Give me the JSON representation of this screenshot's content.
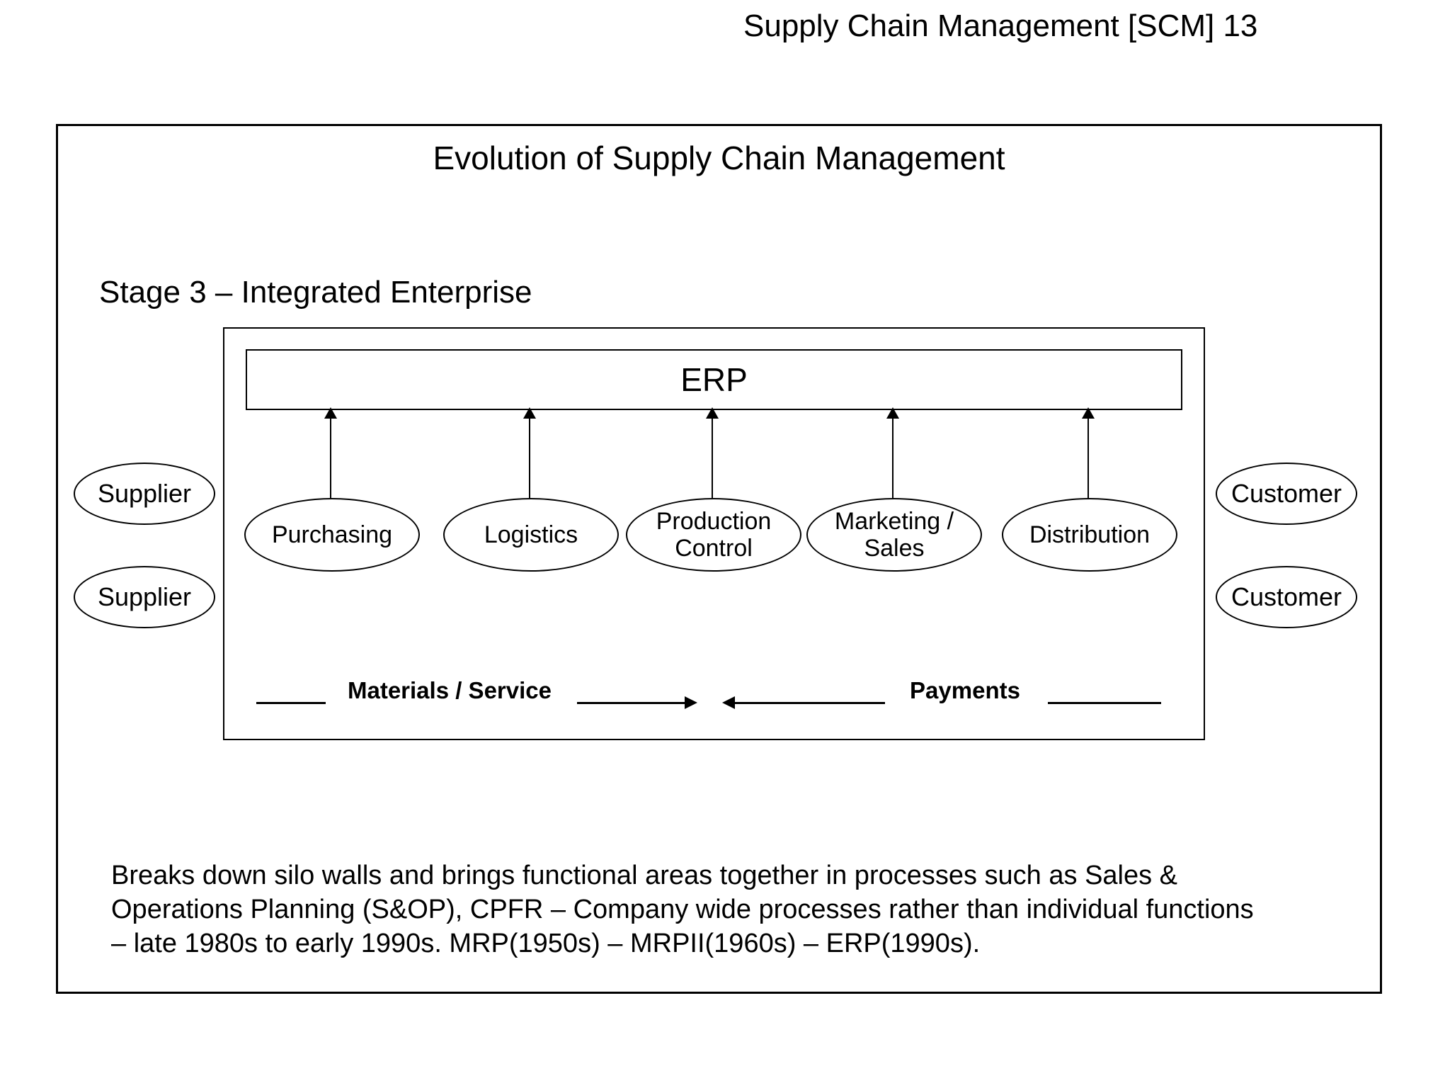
{
  "header": {
    "title": "Supply Chain Management [SCM] 13"
  },
  "slide": {
    "title": "Evolution of Supply Chain Management",
    "stage_heading": "Stage 3 – Integrated Enterprise",
    "erp_label": "ERP",
    "functions": [
      {
        "label": "Purchasing",
        "line1": "Purchasing"
      },
      {
        "label": "Logistics",
        "line1": "Logistics"
      },
      {
        "label": "Production Control",
        "line1": "Production",
        "line2": "Control"
      },
      {
        "label": "Marketing / Sales",
        "line1": "Marketing /",
        "line2": "Sales"
      },
      {
        "label": "Distribution",
        "line1": "Distribution"
      }
    ],
    "suppliers": [
      "Supplier",
      "Supplier"
    ],
    "customers": [
      "Customer",
      "Customer"
    ],
    "flows": {
      "materials": "Materials / Service",
      "payments": "Payments"
    },
    "description": {
      "line1": "Breaks down silo walls and brings functional areas together in processes such as Sales &",
      "line2": "Operations Planning (S&OP), CPFR – Company wide processes rather than individual functions",
      "line3": "– late 1980s to early 1990s. MRP(1950s) – MRPII(1960s) – ERP(1990s)."
    }
  },
  "colors": {
    "ink": "#000000",
    "background": "#ffffff"
  }
}
